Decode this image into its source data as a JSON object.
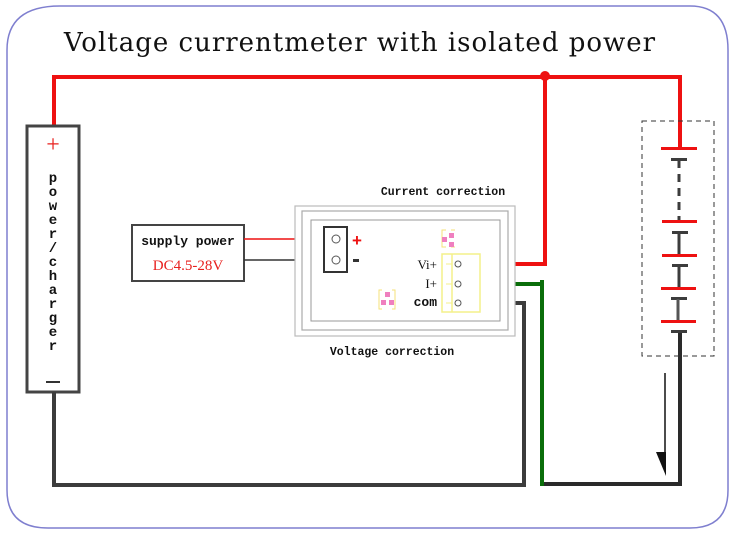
{
  "title": "Voltage currentmeter with isolated power",
  "power_source": {
    "plus": "+",
    "minus": "—",
    "label_chars": [
      "p",
      "o",
      "w",
      "e",
      "r",
      "/",
      "c",
      "h",
      "a",
      "r",
      "g",
      "e",
      "r"
    ],
    "label": "power/charger"
  },
  "supply": {
    "label": "supply power",
    "voltage": "DC4.5-28V",
    "plus": "+",
    "minus": "-"
  },
  "meter": {
    "current_correction": "Current correction",
    "voltage_correction": "Voltage correction",
    "terminals": [
      "Vi+",
      "I+",
      "com"
    ]
  },
  "colors": {
    "positive_wire": "#ee1111",
    "ground_wire": "#3c3c3c",
    "current_wire": "#0a6e0a",
    "frame": "#7f7fcf",
    "connector": "#f4f08a",
    "pad": "#ef7fbf"
  }
}
